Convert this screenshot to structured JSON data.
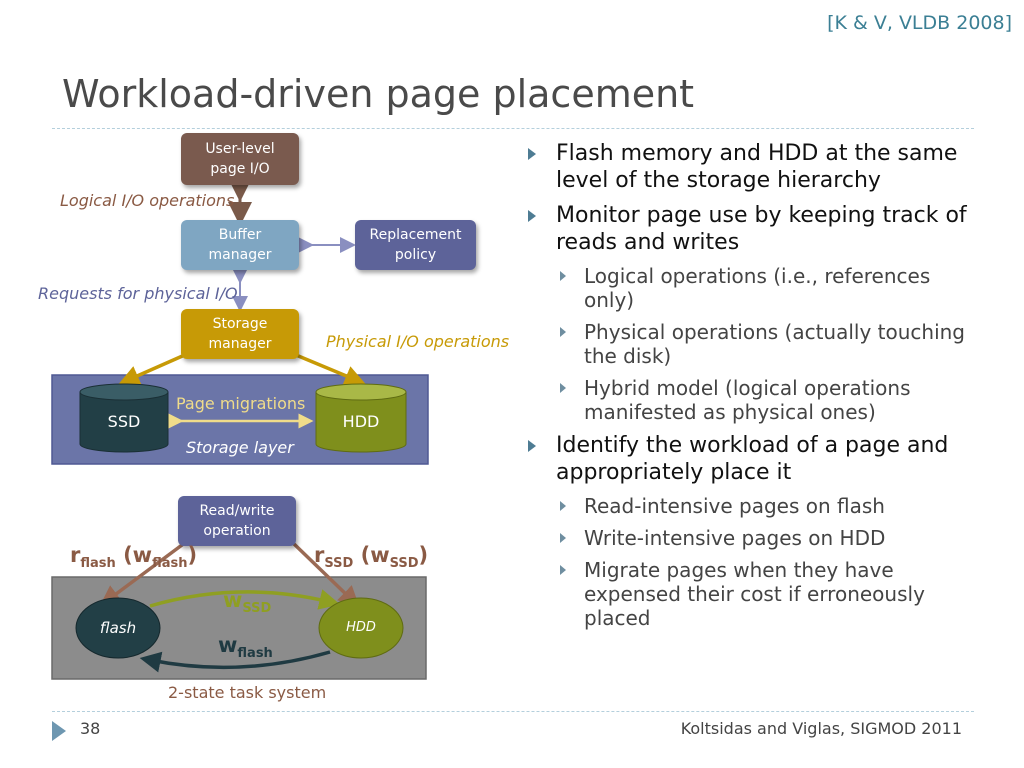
{
  "slide": {
    "citation": "[K & V,  VLDB 2008]",
    "title": "Workload-driven page placement",
    "page_number": "38",
    "credit": "Koltsidas and Viglas, SIGMOD 2011"
  },
  "diagram_top": {
    "user_io": "User-level page I/O",
    "buffer": "Buffer manager",
    "replacement": "Replacement policy",
    "storage_mgr": "Storage manager",
    "logical_label": "Logical I/O operations",
    "requests_label": "Requests for physical I/O",
    "physical_label": "Physical I/O operations",
    "ssd": "SSD",
    "hdd": "HDD",
    "migrations": "Page migrations",
    "layer": "Storage layer"
  },
  "diagram_bottom": {
    "rw_op": "Read/write operation",
    "r_flash": "r",
    "r_flash_sub": "flash",
    "w_flash_paren_open": " (w",
    "w_flash_paren_sub": "flash",
    "w_flash_paren_close": ")",
    "r_ssd": "r",
    "r_ssd_sub": "SSD",
    "w_ssd_paren_open": " (w",
    "w_ssd_paren_sub": "SSD",
    "w_ssd_paren_close": ")",
    "w_ssd": "w",
    "w_ssd_sub": "SSD",
    "w_flash": "w",
    "w_flash_sub": "flash",
    "flash_node": "flash",
    "hdd_node": "HDD",
    "caption": "2-state task system"
  },
  "bullets": {
    "b1": "Flash memory and HDD at the same level of the storage hierarchy",
    "b2": "Monitor page use by keeping track of reads and writes",
    "b2_1": "Logical operations (i.e., references only)",
    "b2_2": "Physical operations (actually touching the disk)",
    "b2_3": "Hybrid model (logical operations manifested as physical ones)",
    "b3": "Identify the workload of a page and appropriately place it",
    "b3_1": "Read-intensive pages on flash",
    "b3_2": "Write-intensive pages on HDD",
    "b3_3": "Migrate pages when they have expensed their cost if erroneously placed"
  },
  "colors": {
    "accent": "#3b7f94",
    "storage_layer": "#6b75a8",
    "storage_mgr": "#c79a06",
    "ssd": "#223f46",
    "hdd": "#7f8f1c",
    "task_bg": "#8c8c8c",
    "rw_label": "#8a5a44"
  }
}
